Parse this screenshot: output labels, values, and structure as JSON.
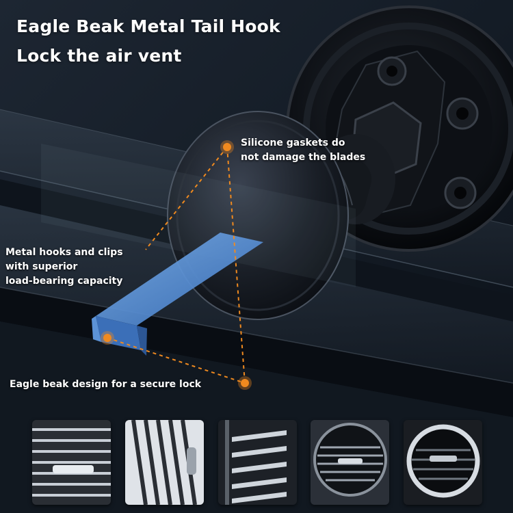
{
  "headline": {
    "line1": "Eagle Beak Metal Tail Hook",
    "line2": "Lock the air vent"
  },
  "callouts": {
    "gasket_line1": "Silicone gaskets do",
    "gasket_line2": "not damage the blades",
    "hooks_line1": "Metal hooks and clips",
    "hooks_line2": "with superior",
    "hooks_line3": "load-bearing capacity",
    "beak": "Eagle beak design for a secure lock"
  },
  "thumbnails": [
    {
      "vent": "horizontal-slats"
    },
    {
      "vent": "vertical-slats"
    },
    {
      "vent": "slanted-slats"
    },
    {
      "vent": "round-vent"
    },
    {
      "vent": "round-chrome-vent"
    }
  ],
  "colors": {
    "accent_orange": "#f08a1f",
    "hook_blue": "#4b86d4",
    "text": "#ffffff",
    "background": "#0c121a"
  }
}
